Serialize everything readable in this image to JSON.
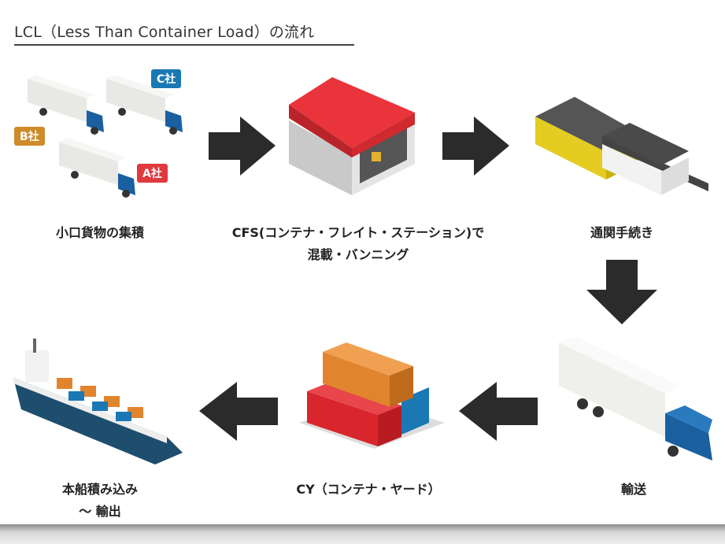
{
  "title": "LCL（Less Than Container Load）の流れ",
  "badges": {
    "c": "C社",
    "b": "B社",
    "a": "A社"
  },
  "colors": {
    "blue": "#1a78b4",
    "orange": "#cf8a2a",
    "red": "#e0393e",
    "arrow": "#2b2b2b"
  },
  "steps": [
    {
      "label": "小口貨物の集積",
      "icon": "trucks-icon"
    },
    {
      "label": "CFS(コンテナ・フレイト・ステーション)で",
      "label2": "混載・バンニング",
      "icon": "warehouse-icon"
    },
    {
      "label": "通関手続き",
      "icon": "customs-building-icon"
    },
    {
      "label": "輸送",
      "icon": "truck-icon"
    },
    {
      "label": "CY（コンテナ・ヤード）",
      "icon": "containers-icon"
    },
    {
      "label": "本船積み込み",
      "label2": "〜 輸出",
      "icon": "ship-icon"
    }
  ]
}
